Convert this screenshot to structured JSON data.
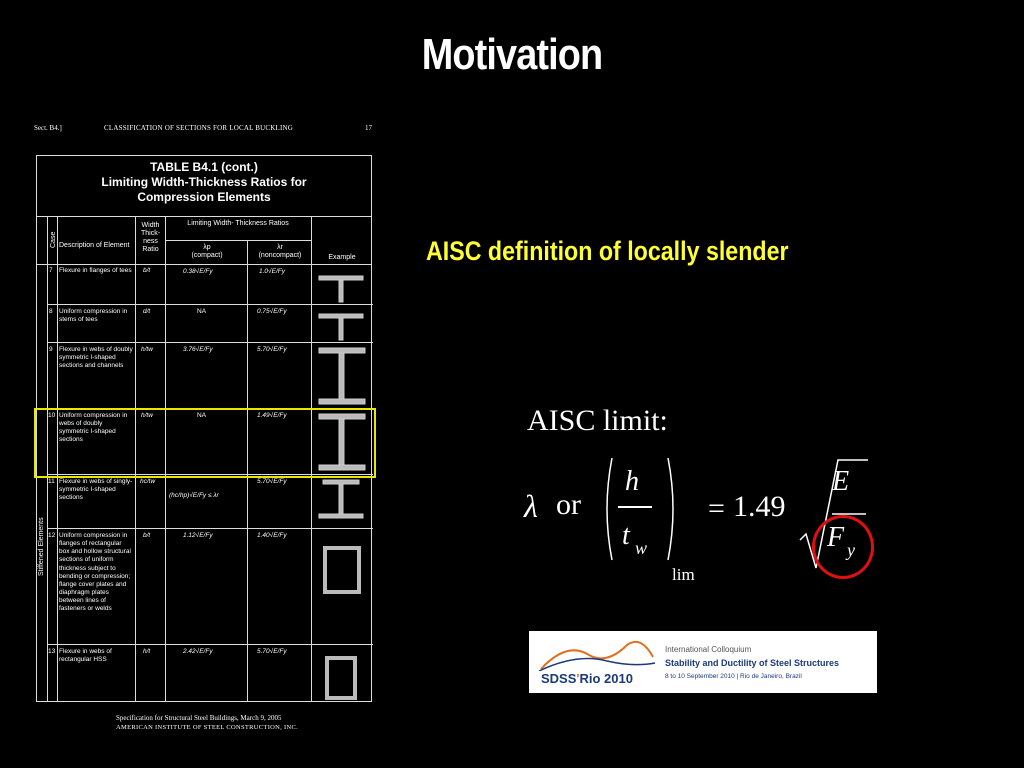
{
  "slide": {
    "title": "Motivation",
    "aisc_definition": "AISC definition of locally slender",
    "limit_label": "AISC limit:"
  },
  "equation": {
    "symbol": "λ",
    "or": "or",
    "numerator": "h",
    "denominator": "t",
    "denominator_sub": "w",
    "subscript": "lim",
    "equals": "=",
    "coefficient": "1.49",
    "radicand_num": "E",
    "radicand_den": "F",
    "radicand_den_sub": "y"
  },
  "scan": {
    "section": "Sect. B4.]",
    "header": "CLASSIFICATION OF SECTIONS FOR LOCAL BUCKLING",
    "page": "17",
    "caption1": "TABLE B4.1 (cont.)",
    "caption2": "Limiting Width-Thickness Ratios for",
    "caption3": "Compression Elements",
    "col_case": "Case",
    "col_desc": "Description of Element",
    "col_width": "Width Thick- ness Ratio",
    "col_limit": "Limiting Width- Thickness Ratios",
    "col_lp": "λp",
    "col_lp_sub": "(compact)",
    "col_lr": "λr",
    "col_lr_sub": "(noncompact)",
    "col_example": "Example",
    "stiffened_label": "Stiffened Elements",
    "rows": [
      {
        "num": "7",
        "desc": "Flexure in flanges of tees",
        "ratio": "b/t",
        "lp": "0.38√E/Fy",
        "lr": "1.0√E/Fy"
      },
      {
        "num": "8",
        "desc": "Uniform compression in stems of tees",
        "ratio": "d/t",
        "lp": "NA",
        "lr": "0.75√E/Fy"
      },
      {
        "num": "9",
        "desc": "Flexure in webs of doubly symmetric I-shaped sections and channels",
        "ratio": "h/tw",
        "lp": "3.76√E/Fy",
        "lr": "5.70√E/Fy"
      },
      {
        "num": "10",
        "desc": "Uniform compression in webs of doubly symmetric I-shaped sections",
        "ratio": "h/tw",
        "lp": "NA",
        "lr": "1.49√E/Fy"
      },
      {
        "num": "11",
        "desc": "Flexure in webs of singly-symmetric I-shaped sections",
        "ratio": "hc/tw",
        "lp": "(hc/hp)√E/Fy ≤ λr",
        "lr": "5.70√E/Fy"
      },
      {
        "num": "12",
        "desc": "Uniform compression in flanges of rectangular box and hollow structural sections of uniform thickness subject to bending or compression; flange cover plates and diaphragm plates between lines of fasteners or welds",
        "ratio": "b/t",
        "lp": "1.12√E/Fy",
        "lr": "1.40√E/Fy"
      },
      {
        "num": "13",
        "desc": "Flexure in webs of rectangular HSS",
        "ratio": "h/t",
        "lp": "2.42√E/Fy",
        "lr": "5.70√E/Fy"
      }
    ],
    "footer1": "Specification for Structural Steel Buildings, March 9, 2005",
    "footer2": "AMERICAN INSTITUTE OF STEEL CONSTRUCTION, INC."
  },
  "logo": {
    "brand": "SDSS",
    "brand_suffix": "Rio 2010",
    "line1": "International Colloquium",
    "line2": "Stability and Ductility of Steel Structures",
    "line3": "8 to 10 September 2010 | Rio de Janeiro, Brazil"
  },
  "colors": {
    "background": "#000000",
    "accent_yellow": "#ffff33",
    "highlight_box": "#e8e800",
    "circle_red": "#e01010"
  }
}
